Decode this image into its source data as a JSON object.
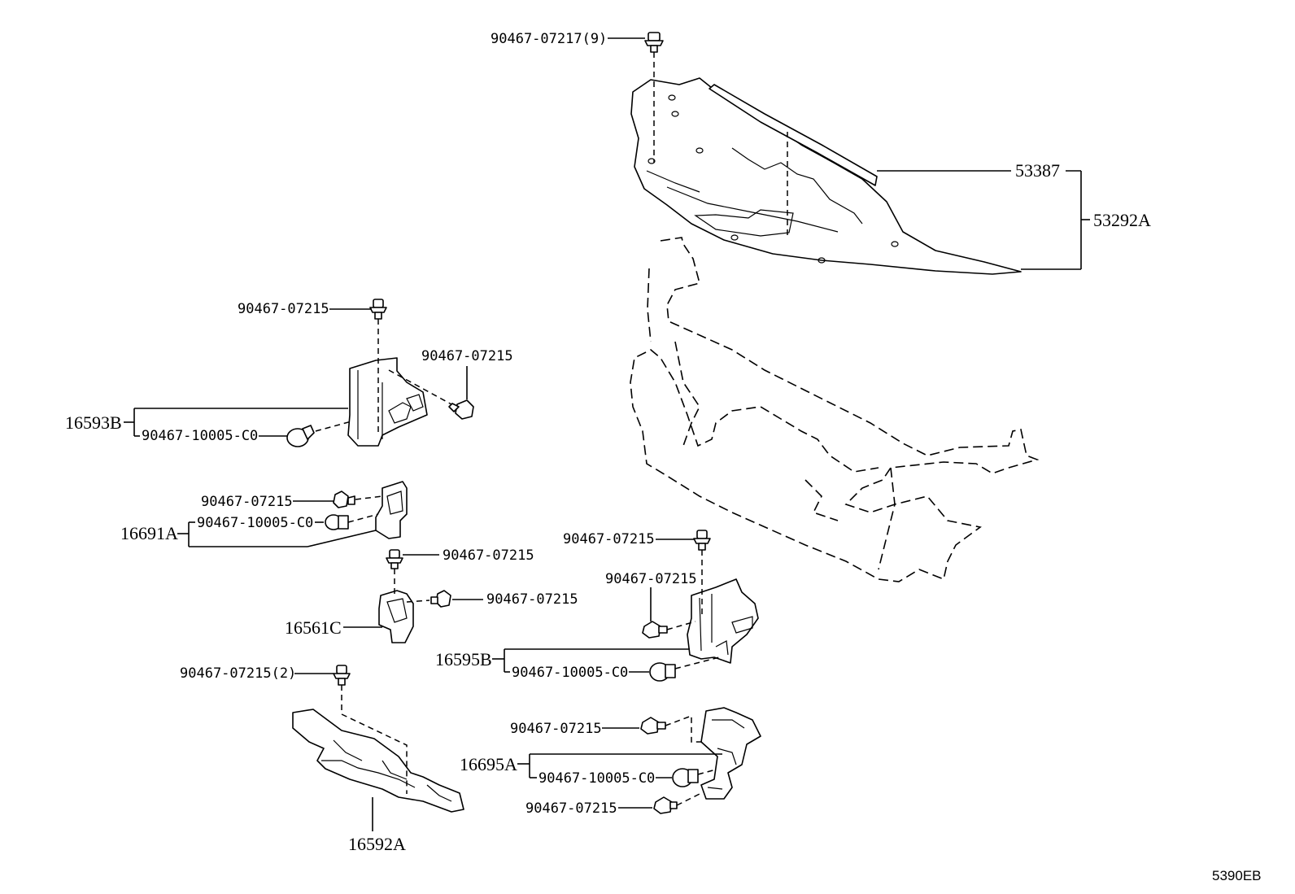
{
  "callouts": {
    "c_top_clip": "90467-07217(9)",
    "c_53387": "53387",
    "c_53292A": "53292A",
    "c_l_top": "90467-07215",
    "c_l_side": "90467-07215",
    "c_16593B": "16593B",
    "c_16593B_clip": "90467-10005-C0",
    "c_16691A_bolt": "90467-07215",
    "c_16691A_clip": "90467-10005-C0",
    "c_16691A": "16691A",
    "c_16561C_top": "90467-07215",
    "c_16561C_side": "90467-07215",
    "c_16561C": "16561C",
    "c_16592A_clip": "90467-07215(2)",
    "c_16592A": "16592A",
    "c_r_top": "90467-07215",
    "c_r_side": "90467-07215",
    "c_16595B": "16595B",
    "c_16595B_clip": "90467-10005-C0",
    "c_16695A_top": "90467-07215",
    "c_16695A": "16695A",
    "c_16695A_clip": "90467-10005-C0",
    "c_16695A_bottom": "90467-07215"
  },
  "diagram_code": "5390EB",
  "colors": {
    "line": "#000000",
    "background": "#ffffff"
  }
}
